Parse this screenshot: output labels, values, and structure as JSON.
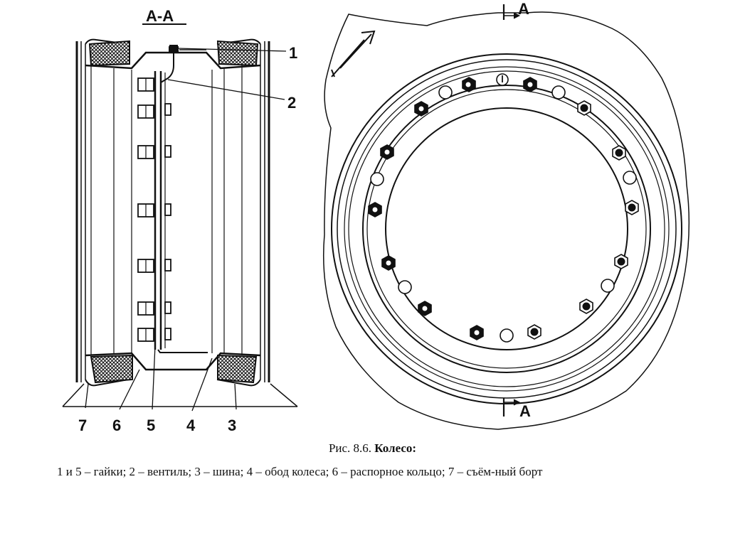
{
  "section": {
    "title": "А-А",
    "marker_top": "А",
    "marker_bottom": "А"
  },
  "part_labels": {
    "p1": "1",
    "p2": "2",
    "p3": "3",
    "p4": "4",
    "p5": "5",
    "p6": "6",
    "p7": "7"
  },
  "caption": {
    "prefix": "Рис. 8.6.",
    "title": "Колесо:"
  },
  "legend": "1 и 5 – гайки; 2 – вентиль; 3 – шина; 4 – обод колеса; 6 – распорное кольцо; 7 – съём-ный борт"
}
